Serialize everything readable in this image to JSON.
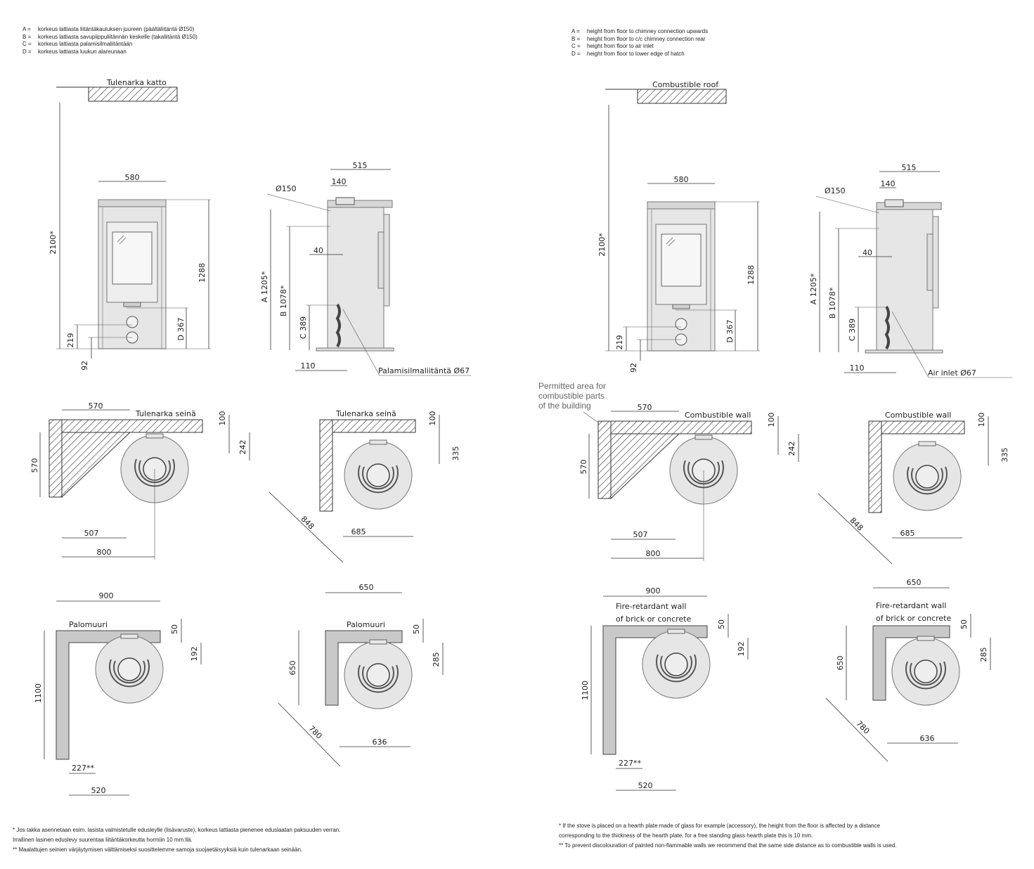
{
  "fi": {
    "legend": [
      {
        "key": "A =",
        "text": "korkeus lattiasta liitäntäkauluksen juureen (päältäliitäntä Ø150)"
      },
      {
        "key": "B =",
        "text": "korkeus lattiasta savupiippuliitännän keskelle (takaliitäntä Ø150)"
      },
      {
        "key": "C =",
        "text": "korkeus lattiasta palamisilmaliitäntään"
      },
      {
        "key": "D =",
        "text": "korkeus lattiasta luukun alareunaan"
      }
    ],
    "roof_label": "Tulenarka katto",
    "inlet_label": "Palamisilmaliitäntä Ø67",
    "wall_label": "Tulenarka seinä",
    "firewall_label": "Palomuuri",
    "footnotes": [
      "*   Jos takka asennetaan esim. lasista valmistetulle edusleylle (lisävaruste), korkeus lattiasta pienenee eduslaatan paksuuden verran.",
      "     Irrallinen lasinen eduslevy suurentaa liitäntäkorkeutta hormiin 10 mm:llä.",
      "**  Maalattujen seinien värjäytymisen välttämiseksi suosittelemme samoja suojaetäisyyksiä kuin tulenarkaan seinään."
    ]
  },
  "en": {
    "legend": [
      {
        "key": "A =",
        "text": "height from floor to chimney connection upwards"
      },
      {
        "key": "B =",
        "text": "height from floor to c/c chimney connection rear"
      },
      {
        "key": "C =",
        "text": "height from floor to air inlet"
      },
      {
        "key": "D =",
        "text": "height from floor to lower edge of hatch"
      }
    ],
    "roof_label": "Combustible roof",
    "inlet_label": "Air inlet Ø67",
    "wall_label": "Combustible wall",
    "permitted_area": [
      "Permitted area for",
      "combustible parts",
      "of the building"
    ],
    "firewall_label_1": "Fire-retardant wall",
    "firewall_label_2": "of brick or concrete",
    "footnotes": [
      "*    If the stove is placed on a hearth plate made of glass for example (accessory), the height from the floor is affected by a distance",
      "      corresponding to the thickness of the hearth plate, for a free standing glass hearth plate this is 10 mm.",
      "**  To prevent discolouration of painted non-flammable walls we recommend that the same side distance as to combustible walls is used."
    ]
  },
  "dims": {
    "front_width": "580",
    "height_total": "1288",
    "roof_clearance": "2100*",
    "d_height": "D 367",
    "h219": "219",
    "h92": "92",
    "side_depth": "515",
    "flue_offset": "140",
    "flue_diameter": "Ø150",
    "a_height": "A 1205*",
    "b_height": "B 1078*",
    "c_height": "C 389",
    "rear_40": "40",
    "base_110": "110",
    "corner_570": "570",
    "side_570": "570",
    "wall_100": "100",
    "wall_242": "242",
    "wall_507": "507",
    "wall_800": "800",
    "diag_100": "100",
    "diag_335": "335",
    "diag_848": "848",
    "diag_685": "685",
    "fw_900": "900",
    "fw_50": "50",
    "fw_192": "192",
    "fw_1100": "1100",
    "fw_227": "227**",
    "fw_520": "520",
    "fwd_650_top": "650",
    "fwd_650_side": "650",
    "fwd_50": "50",
    "fwd_285": "285",
    "fwd_780": "780",
    "fwd_636": "636"
  }
}
